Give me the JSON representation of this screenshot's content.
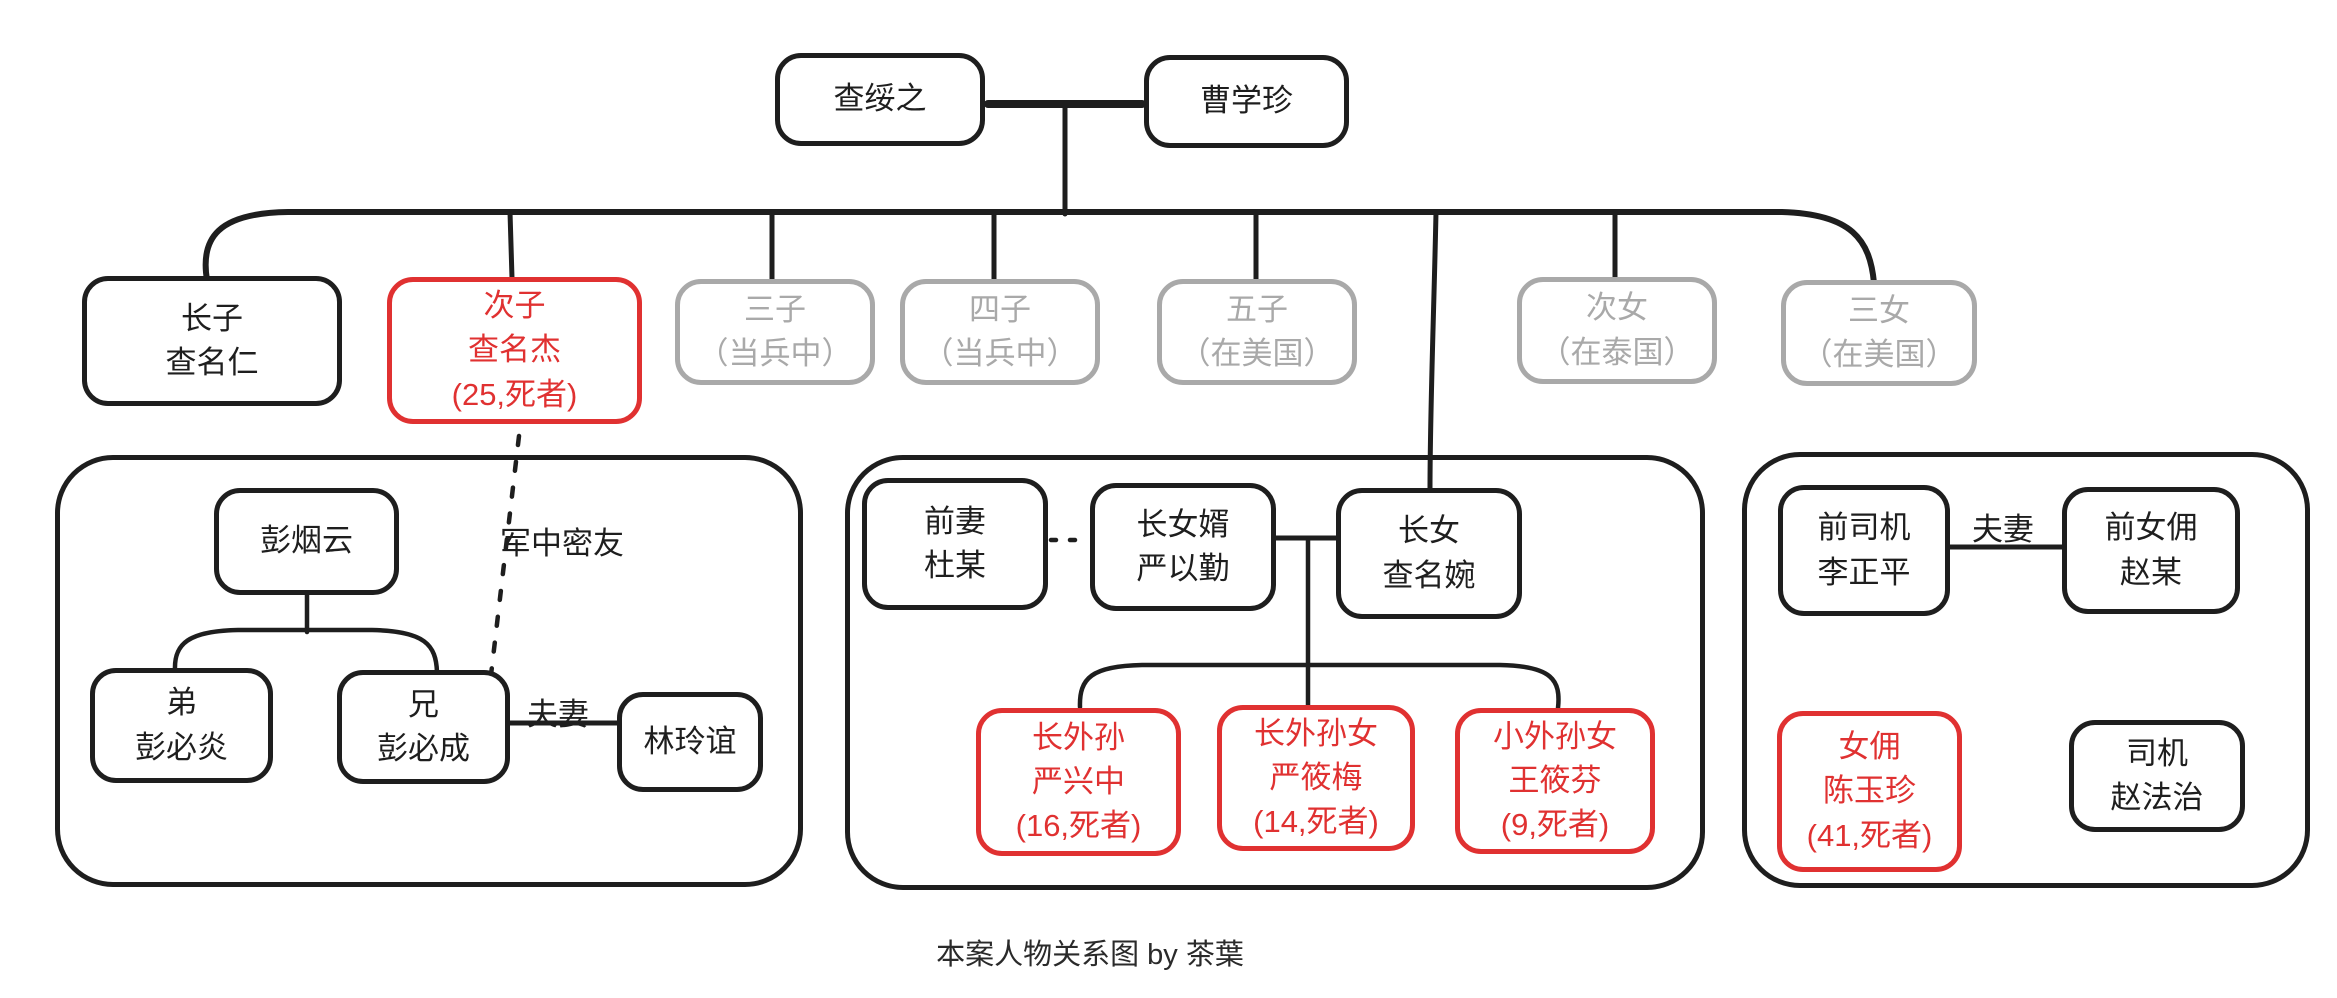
{
  "meta": {
    "caption": "本案人物关系图 by 茶葉"
  },
  "colors": {
    "ink": "#1e1e1e",
    "victim_red": "#e03131",
    "absent_gray": "#a9a9a9",
    "background": "#ffffff"
  },
  "relationship_labels": {
    "army_friend": "军中密友",
    "couple_left": "夫妻",
    "couple_right": "夫妻"
  },
  "nodes": {
    "father": {
      "l1": "查绥之"
    },
    "mother": {
      "l1": "曹学珍"
    },
    "son1": {
      "l1": "长子",
      "l2": "查名仁"
    },
    "son2": {
      "l1": "次子",
      "l2": "查名杰",
      "l3": "(25,死者)"
    },
    "son3": {
      "l1": "三子",
      "l2": "（当兵中）"
    },
    "son4": {
      "l1": "四子",
      "l2": "（当兵中）"
    },
    "son5": {
      "l1": "五子",
      "l2": "（在美国）"
    },
    "daughter2": {
      "l1": "次女",
      "l2": "（在泰国）"
    },
    "daughter3": {
      "l1": "三女",
      "l2": "（在美国）"
    },
    "peng_yanyun": {
      "l1": "彭烟云"
    },
    "peng_biyan": {
      "l1": "弟",
      "l2": "彭必炎"
    },
    "peng_bicheng": {
      "l1": "兄",
      "l2": "彭必成"
    },
    "lin_lingyi": {
      "l1": "林玲谊"
    },
    "ex_wife": {
      "l1": "前妻",
      "l2": "杜某"
    },
    "son_in_law": {
      "l1": "长女婿",
      "l2": "严以勤"
    },
    "daughter1": {
      "l1": "长女",
      "l2": "查名婉"
    },
    "grandson1": {
      "l1": "长外孙",
      "l2": "严兴中",
      "l3": "(16,死者)"
    },
    "granddaughter1": {
      "l1": "长外孙女",
      "l2": "严筱梅",
      "l3": "(14,死者)"
    },
    "granddaughter2": {
      "l1": "小外孙女",
      "l2": "王筱芬",
      "l3": "(9,死者)"
    },
    "ex_driver": {
      "l1": "前司机",
      "l2": "李正平"
    },
    "ex_maid": {
      "l1": "前女佣",
      "l2": "赵某"
    },
    "maid": {
      "l1": "女佣",
      "l2": "陈玉珍",
      "l3": "(41,死者)"
    },
    "driver": {
      "l1": "司机",
      "l2": "赵法治"
    }
  }
}
